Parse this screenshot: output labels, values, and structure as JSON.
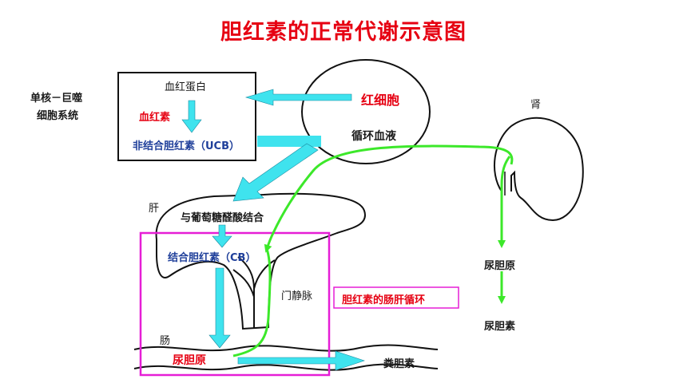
{
  "title": "胆红素的正常代谢示意图",
  "nodes": {
    "macrophage_line1": "单核－巨噬",
    "macrophage_line2": "细胞系统",
    "hemoglobin": "血红蛋白",
    "heme": "血红素",
    "ucb": "非结合胆红素（UCB）",
    "rbc": "红细胞",
    "blood": "循环血液",
    "kidney": "肾",
    "liver": "肝",
    "glucuronide": "与葡萄糖醛酸结合",
    "cb": "结合胆红素（CB）",
    "portal_vein": "门静脉",
    "intestine": "肠",
    "urobilinogen_gut": "尿胆原",
    "stercobilin": "粪胆素",
    "urobilinogen_urine": "尿胆原",
    "urobilin": "尿胆素",
    "cycle_label": "胆红素的肠肝循环"
  },
  "colors": {
    "title_red": "#e60012",
    "arrow_cyan": "#3fe3ee",
    "arrow_green": "#3ce82a",
    "cycle_magenta": "#e61ed6",
    "bilirubin_blue": "#1f3f9a"
  }
}
